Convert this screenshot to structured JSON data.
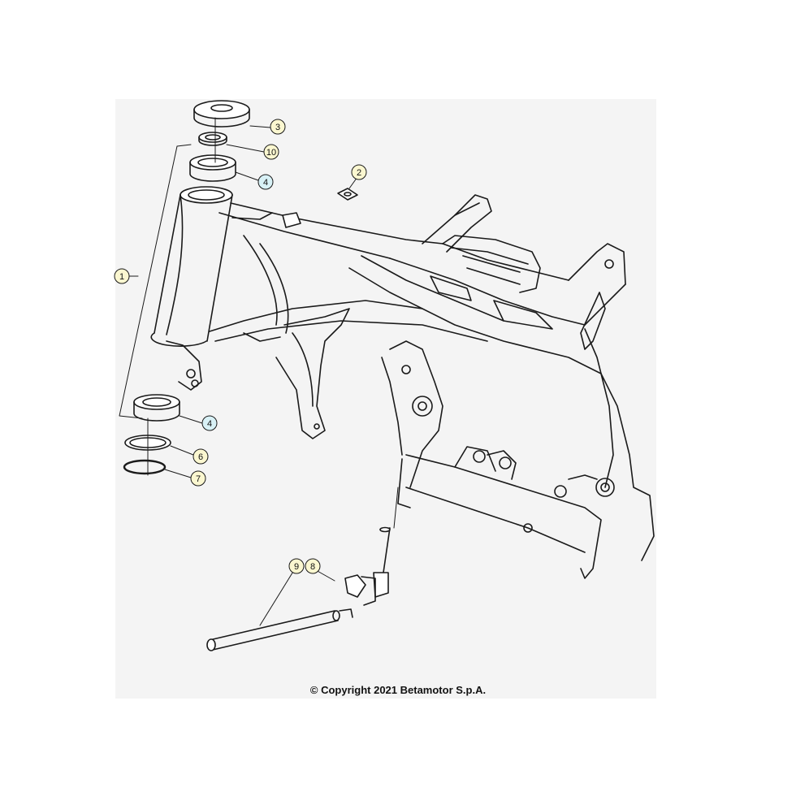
{
  "diagram": {
    "callouts": [
      {
        "id": "c1",
        "label": "1",
        "fill": "#fbf7d0"
      },
      {
        "id": "c2",
        "label": "2",
        "fill": "#fbf7d0"
      },
      {
        "id": "c3",
        "label": "3",
        "fill": "#fbf7d0"
      },
      {
        "id": "c4a",
        "label": "4",
        "fill": "#d8f1f6"
      },
      {
        "id": "c4b",
        "label": "4",
        "fill": "#d8f1f6"
      },
      {
        "id": "c6",
        "label": "6",
        "fill": "#fbf7d0"
      },
      {
        "id": "c7",
        "label": "7",
        "fill": "#fbf7d0"
      },
      {
        "id": "c8",
        "label": "8",
        "fill": "#fbf7d0"
      },
      {
        "id": "c9",
        "label": "9",
        "fill": "#fbf7d0"
      },
      {
        "id": "c10",
        "label": "10",
        "fill": "#fbf7d0"
      }
    ]
  },
  "footer": {
    "copyright": "© Copyright 2021 Betamotor S.p.A."
  },
  "colors": {
    "line": "#1a1a1a",
    "background_panel": "#f4f4f4"
  }
}
